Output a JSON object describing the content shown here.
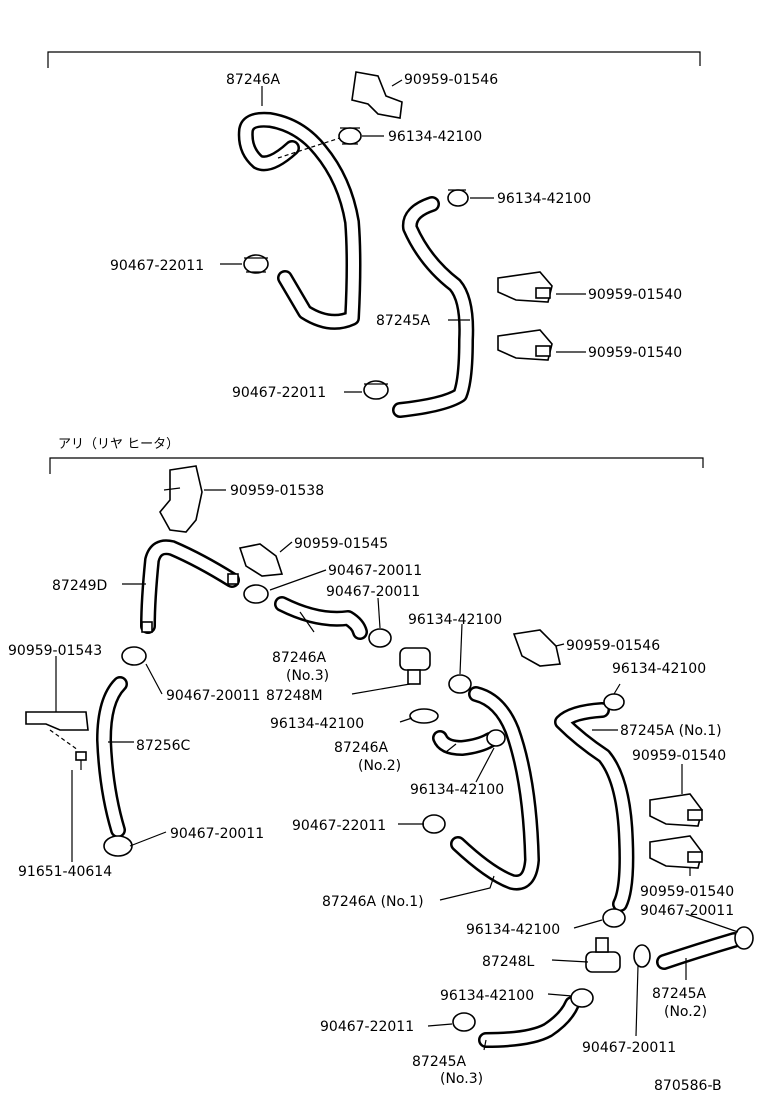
{
  "section_heading": "アリ（リヤ ヒータ）",
  "figure_id": "870586-B",
  "labels": {
    "l1": "87246A",
    "l2": "90959-01546",
    "l3": "96134-42100",
    "l4": "96134-42100",
    "l5": "90467-22011",
    "l6": "90959-01540",
    "l7": "87245A",
    "l8": "90959-01540",
    "l9": "90467-22011",
    "l10": "90959-01538",
    "l11": "90959-01545",
    "l12": "87249D",
    "l13": "90467-20011",
    "l14": "90467-20011",
    "l15": "96134-42100",
    "l16": "90959-01546",
    "l17": "90959-01543",
    "l18": "87246A",
    "l19": "(No.3)",
    "l20": "87248M",
    "l21": "90467-20011",
    "l22": "96134-42100",
    "l23": "87245A (No.1)",
    "l24": "96134-42100",
    "l25": "87256C",
    "l26": "87246A",
    "l27": "(No.2)",
    "l28": "90959-01540",
    "l29": "96134-42100",
    "l30": "90467-22011",
    "l31": "90467-20011",
    "l32": "91651-40614",
    "l33": "87246A (No.1)",
    "l34": "90959-01540",
    "l35": "90467-20011",
    "l36": "96134-42100",
    "l37": "87248L",
    "l38": "87245A",
    "l39": "(No.2)",
    "l40": "96134-42100",
    "l41": "90467-22011",
    "l42": "87245A",
    "l43": "(No.3)",
    "l44": "90467-20011"
  }
}
